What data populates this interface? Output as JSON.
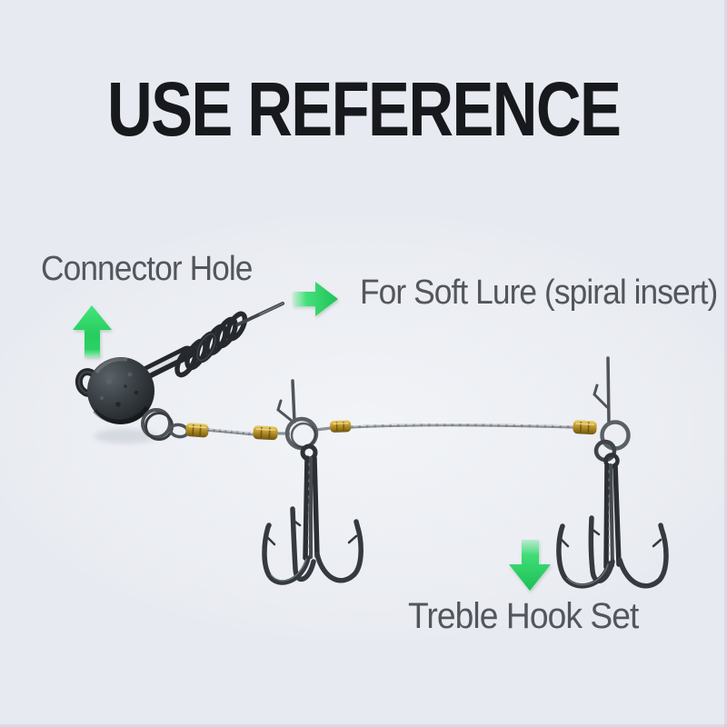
{
  "title": "USE REFERENCE",
  "annotations": {
    "connector_hole": {
      "label": "Connector Hole",
      "arrow_icon": "up-arrow-icon",
      "arrow_direction": "up"
    },
    "soft_lure": {
      "label": "For Soft Lure (spiral insert)",
      "arrow_icon": "right-arrow-icon",
      "arrow_direction": "right"
    },
    "treble_hook": {
      "label": "Treble Hook Set",
      "arrow_icon": "down-arrow-icon",
      "arrow_direction": "down"
    }
  },
  "colors": {
    "background": "#e7eaf0",
    "title_text": "#17191d",
    "label_text": "#53575d",
    "arrow_green": "#28cd60",
    "crimp_gold": "#c9a233",
    "wire_silver": "#8b9197",
    "hardware_dark": "#2c3034"
  },
  "figure": {
    "parts": [
      "connector-hole-eyelet",
      "jig-head-ball-weight",
      "keeper-arm",
      "screw-lock-spiral",
      "spiral-center-pin",
      "split-ring",
      "gold-crimp-sleeves",
      "twisted-wire-leader",
      "front-treble-hook",
      "rear-treble-hook"
    ]
  }
}
